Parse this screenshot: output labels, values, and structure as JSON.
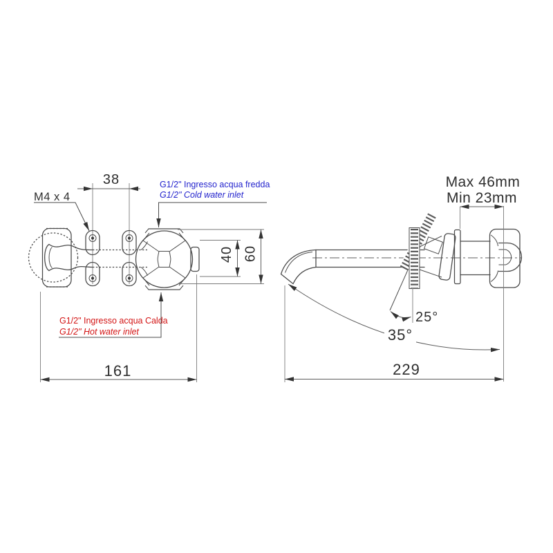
{
  "front_view": {
    "dim_hole_spacing": "38",
    "screw_label": "M4 x 4",
    "cold_inlet_label_it": "G1/2\" Ingresso acqua fredda",
    "cold_inlet_label_en": "G1/2\" Cold water inlet",
    "hot_inlet_label_it": "G1/2\" Ingresso acqua Calda",
    "hot_inlet_label_en": "G1/2\" Hot water inlet",
    "dim_inner_height": "40",
    "dim_outer_height": "60",
    "dim_total_width": "161"
  },
  "side_view": {
    "dim_wall_max": "Max 46mm",
    "dim_wall_min": "Min 23mm",
    "angle_tilt": "25°",
    "angle_swivel": "35°",
    "dim_spout_reach": "229"
  },
  "colors": {
    "cold_accent": "#2323cd",
    "hot_accent": "#d31414",
    "line": "#4b4b4b"
  }
}
